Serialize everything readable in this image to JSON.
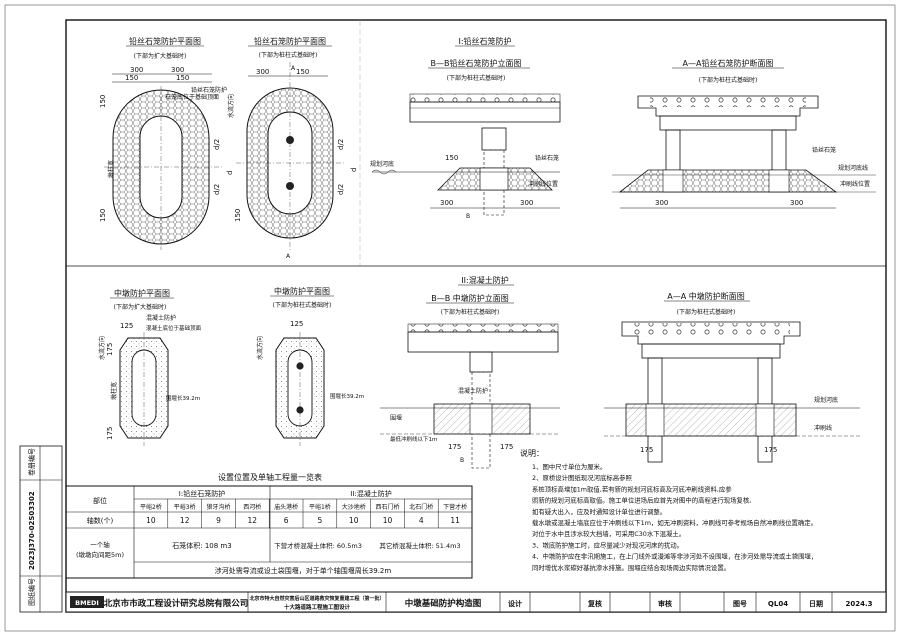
{
  "drawing": {
    "row1_heading": "I:铅丝石笼防护",
    "row2_heading": "II:混凝土防护",
    "views": {
      "v1": {
        "title": "铅丝石笼防护平面图",
        "sub": "(下部为扩大基础时)"
      },
      "v2": {
        "title": "铅丝石笼防护平面图",
        "sub": "(下部为桩柱式基础时)"
      },
      "v3": {
        "title": "B—B铅丝石笼防护立面图",
        "sub": "(下部为桩柱式基础时)"
      },
      "v4": {
        "title": "A—A铅丝石笼防护断面图",
        "sub": "(下部为桩柱式基础时)"
      },
      "v5": {
        "title": "中墩防护平面图",
        "sub": "(下部为扩大基础时)"
      },
      "v6": {
        "title": "中墩防护平面图",
        "sub": "(下部为桩柱式基础时)"
      },
      "v7": {
        "title": "B—B 中墩防护立面图",
        "sub": "(下部为桩柱式基础时)"
      },
      "v8": {
        "title": "A—A 中墩防护断面图",
        "sub": "(下部为桩柱式基础时)"
      }
    },
    "labels": {
      "flow": "水流方向",
      "pier_width": "墩柱宽",
      "gabion_top": "石笼底位于基础顶面",
      "gabion_protect": "铅丝石笼防护",
      "gabion_short": "铅丝石笼",
      "planned_bed": "规划河底",
      "planned_bed_line": "规划河底线",
      "scour_line": "冲刷线位置",
      "concrete_protect": "混凝土防护",
      "concrete_top": "混凝土底位于基础顶面",
      "cofferdam": "围堰长39.2m",
      "cofferdam_short": "围堰",
      "max_scour": "最低冲刷线以下1m",
      "scour_short": "冲刷线",
      "section_a": "A",
      "section_b": "B"
    },
    "dims": {
      "d300": "300",
      "d150": "150",
      "d125": "125",
      "d175": "175",
      "d2": "d/2",
      "dd": "d"
    }
  },
  "table": {
    "title": "设置位置及单轴工程量一览表",
    "col_position": "部位",
    "group1": "I:铅丝石笼防护",
    "group2": "II:混凝土防护",
    "bridges": [
      "平峪2桥",
      "平峪3桥",
      "狼牙沟桥",
      "西河桥",
      "庙头港桥",
      "平峪1桥",
      "大沙地桥",
      "西石门桥",
      "北石门桥",
      "下营才桥"
    ],
    "row_axes_label": "轴数(个)",
    "axes": [
      "10",
      "12",
      "9",
      "12",
      "6",
      "5",
      "10",
      "10",
      "4",
      "11"
    ],
    "row_unit_label": "一个轴",
    "row_unit_sub": "(墩墩向间距5m)",
    "gabion_volume": "石笼体积:  108 m3",
    "concrete_a": "下营才桥混凝土体积: 60.5m3",
    "concrete_b": "其它桥混凝土体积: 51.4m3",
    "cofferdam_note": "涉河处需导流或设土袋围堰，对于单个轴围堰周长39.2m"
  },
  "notes": {
    "title": "说明：",
    "items": [
      "1、图中尺寸单位为厘米。",
      "2、原桥设计图纸现况河底标高参照",
      "系桩顶标高增加1m取值,若有新的规划河底标高及河底冲刷线资料,应参",
      "照新的规划河底标高取值。施工单位进场后应首先对图中的高程进行现场复核,",
      "如有疑大出入，应及时通知设计单位进行调整。",
      "载水墩或混凝土墙底应位于冲刷线以下1m，如无冲刷资料，冲刷线可参考规场自然冲刷线位置确定。",
      "对位于水中且涉水较大挡墙，可采用C30水下混凝土。",
      "3、墩底防护施工时，应尽量减少对现况河床的扰动。",
      "4、中墩防护应在非汛期施工，在上门线外或漫滩等非涉河处不设围堰，在涉河处需导流或土袋围堰，",
      "   同时增优水浆碳好基抗渗水排施。围堰应结合现场周边实际情况设置。"
    ]
  },
  "side": {
    "label1": "卷册编号",
    "code": "2023J370-02S03302",
    "label2": "图纸编号"
  },
  "titleblock": {
    "company": "北京市市政工程设计研究总院有限公司",
    "logo": "BMEDI",
    "project_line1": "北京市特大自然灾害后山区道路救灾恢复重建工程（第一批）",
    "project_line2": "十大路道路工程施工图设计",
    "drawing_name": "中墩基础防护构造图",
    "design_label": "设计",
    "review_label": "复核",
    "approve_label": "审核",
    "sheet_label": "图号",
    "sheet_value": "QL04",
    "date_label": "日期",
    "date_value": "2024.3"
  }
}
